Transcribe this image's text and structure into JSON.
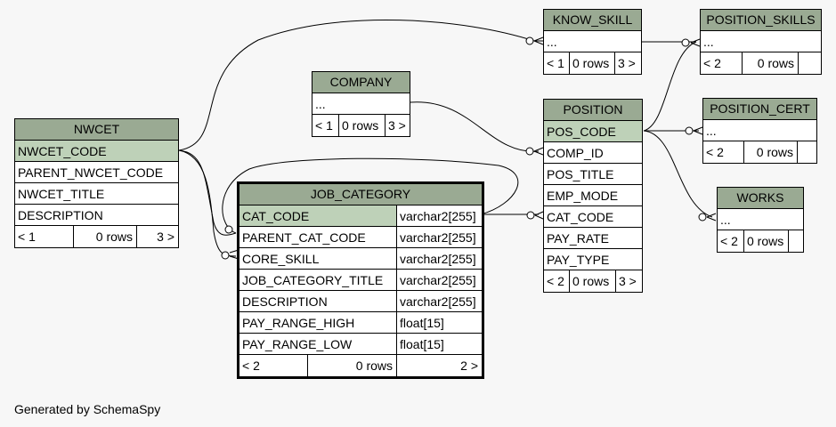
{
  "tables": {
    "nwcet": {
      "name": "NWCET",
      "rows": [
        "NWCET_CODE",
        "PARENT_NWCET_CODE",
        "NWCET_TITLE",
        "DESCRIPTION"
      ],
      "footer": [
        "< 1",
        "0 rows",
        "3 >"
      ]
    },
    "company": {
      "name": "COMPANY",
      "rows": [
        "..."
      ],
      "footer": [
        "< 1",
        "0 rows",
        "3 >"
      ]
    },
    "know_skill": {
      "name": "KNOW_SKILL",
      "rows": [
        "..."
      ],
      "footer": [
        "< 1",
        "0 rows",
        "3 >"
      ]
    },
    "position_skills": {
      "name": "POSITION_SKILLS",
      "rows": [
        "..."
      ],
      "footer": [
        "< 2",
        "0 rows",
        ""
      ]
    },
    "position": {
      "name": "POSITION",
      "rows": [
        "POS_CODE",
        "COMP_ID",
        "POS_TITLE",
        "EMP_MODE",
        "CAT_CODE",
        "PAY_RATE",
        "PAY_TYPE"
      ],
      "footer": [
        "< 2",
        "0 rows",
        "3 >"
      ]
    },
    "position_cert": {
      "name": "POSITION_CERT",
      "rows": [
        "..."
      ],
      "footer": [
        "< 2",
        "0 rows",
        ""
      ]
    },
    "works": {
      "name": "WORKS",
      "rows": [
        "..."
      ],
      "footer": [
        "< 2",
        "0 rows",
        ""
      ]
    },
    "job_category": {
      "name": "JOB_CATEGORY",
      "rows": [
        {
          "col": "CAT_CODE",
          "type": "varchar2[255]"
        },
        {
          "col": "PARENT_CAT_CODE",
          "type": "varchar2[255]"
        },
        {
          "col": "CORE_SKILL",
          "type": "varchar2[255]"
        },
        {
          "col": "JOB_CATEGORY_TITLE",
          "type": "varchar2[255]"
        },
        {
          "col": "DESCRIPTION",
          "type": "varchar2[255]"
        },
        {
          "col": "PAY_RANGE_HIGH",
          "type": "float[15]"
        },
        {
          "col": "PAY_RANGE_LOW",
          "type": "float[15]"
        }
      ],
      "footer": [
        "< 2",
        "0 rows",
        "2 >"
      ]
    }
  },
  "footer_text": "Generated by SchemaSpy",
  "colors": {
    "header": "#9aaa93",
    "primary_key": "#bed1b8",
    "background": "#f7f7f7"
  }
}
